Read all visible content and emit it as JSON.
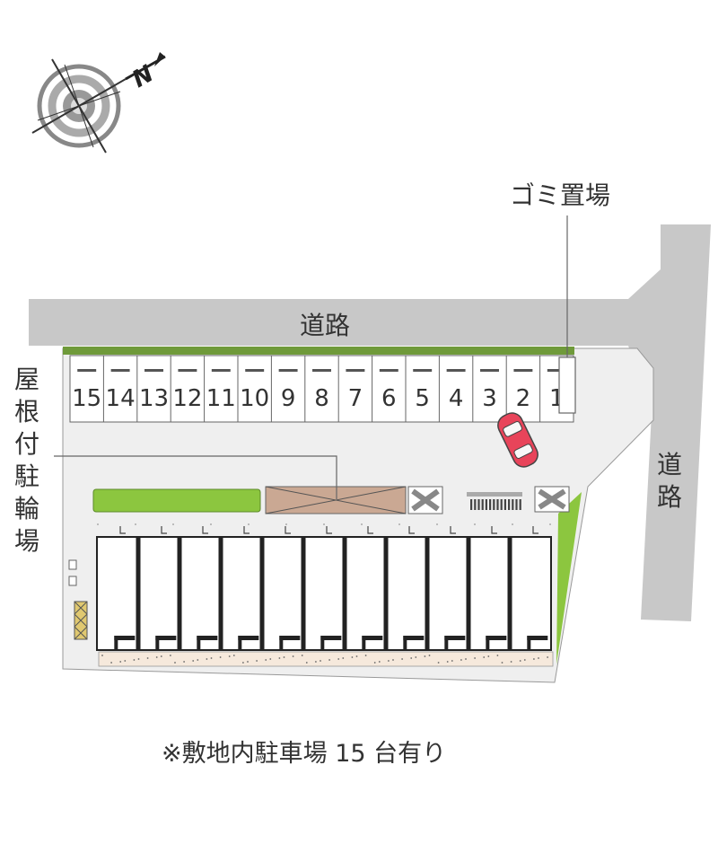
{
  "labels": {
    "road_top": "道路",
    "road_right": "道路",
    "road_right_chars": [
      "道",
      "路"
    ],
    "garbage": "ゴミ置場",
    "bicycle_parking": "屋根付駐輪場",
    "bicycle_parking_chars": [
      "屋",
      "根",
      "付",
      "駐",
      "輪",
      "場"
    ],
    "compass_letter": "N",
    "note": "※敷地内駐車場 15 台有り"
  },
  "parking": {
    "spot_numbers": [
      "15",
      "14",
      "13",
      "12",
      "11",
      "10",
      "9",
      "8",
      "7",
      "6",
      "5",
      "4",
      "3",
      "2",
      "1"
    ],
    "highlighted_spot": "2"
  },
  "building": {
    "unit_count": 11
  },
  "colors": {
    "road": "#c8c8c8",
    "lot": "#efefef",
    "greenery": "#8cc63f",
    "hedge": "#6f9a3a",
    "bike_area": "#caa893",
    "sidewalk": "#f6e9dc",
    "car": "#e8445a"
  }
}
